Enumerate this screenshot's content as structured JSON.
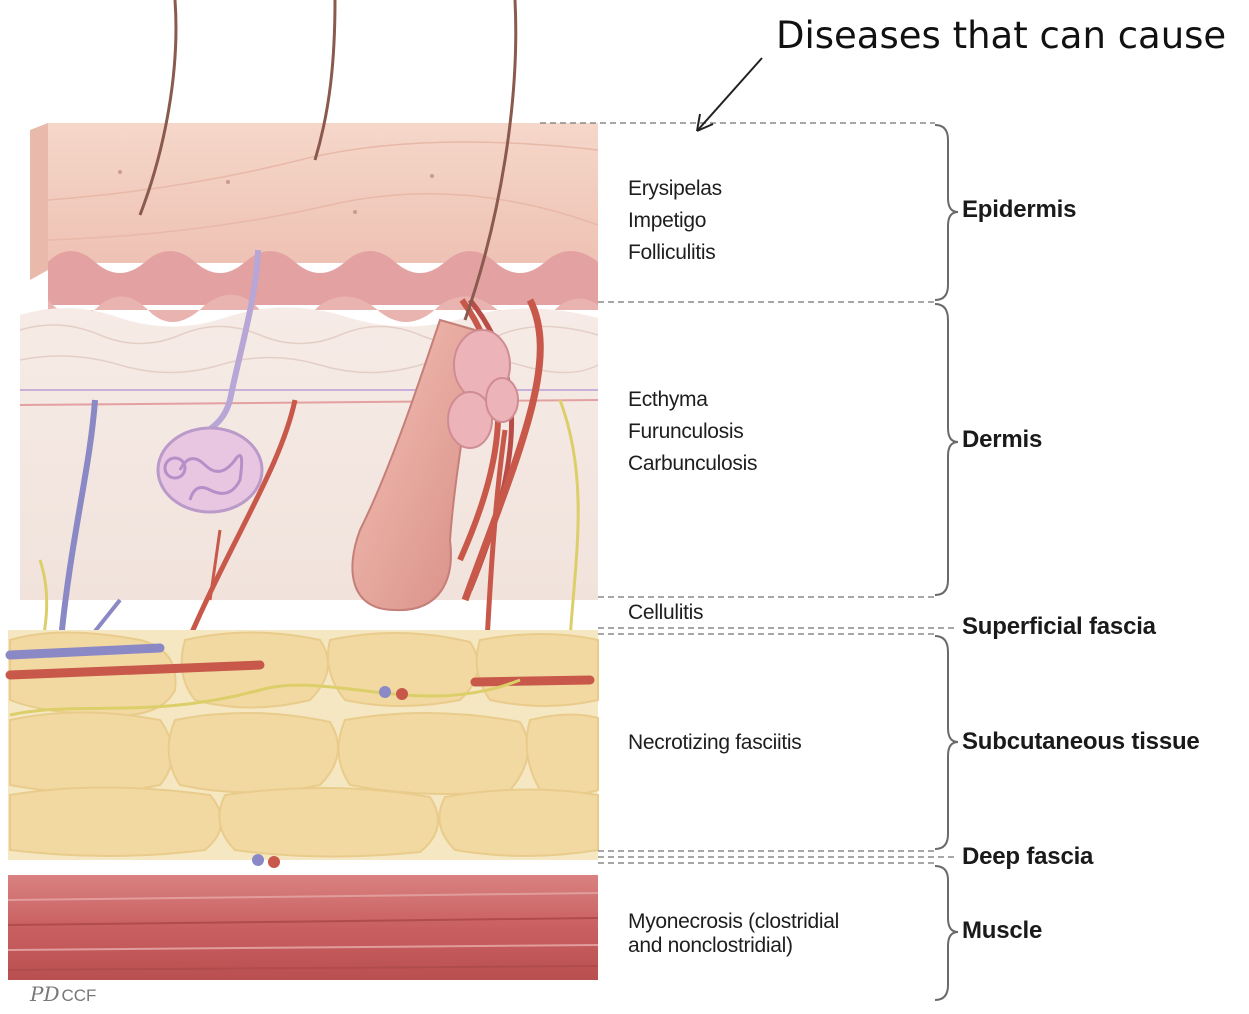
{
  "header": {
    "text": "Diseases that can cause"
  },
  "diseases": {
    "epidermis": [
      "Erysipelas",
      "Impetigo",
      "Folliculitis"
    ],
    "dermis": [
      "Ecthyma",
      "Furunculosis",
      "Carbunculosis"
    ],
    "superficial_fascia": "Cellulitis",
    "subcutaneous": "Necrotizing fasciitis",
    "muscle": [
      "Myonecrosis (clostridial",
      "and nonclostridial)"
    ]
  },
  "layers": {
    "epidermis": "Epidermis",
    "dermis": "Dermis",
    "superficial_fascia": "Superficial fascia",
    "subcutaneous": "Subcutaneous tissue",
    "deep_fascia": "Deep fascia",
    "muscle": "Muscle"
  },
  "watermark": {
    "initials": "PD",
    "org": "CCF"
  },
  "colors": {
    "skin_surface": "#f0c9bc",
    "epidermis_band": "#e7a9a8",
    "dermis": "#f4e6df",
    "fat": "#f3dca6",
    "muscle": "#c96466",
    "artery": "#c8584a",
    "vein": "#8b88c6",
    "nerve": "#dccf6a"
  }
}
